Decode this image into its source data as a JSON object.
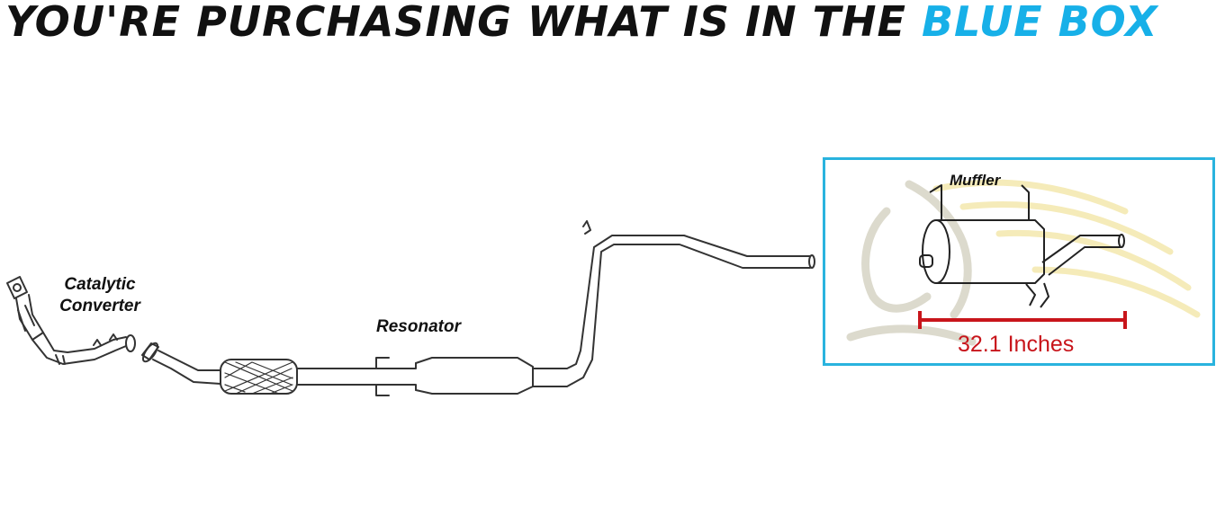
{
  "banner": {
    "text_main": "YOU'RE PURCHASING WHAT IS IN THE ",
    "text_highlight": "BLUE BOX"
  },
  "labels": {
    "catalytic_line1": "Catalytic",
    "catalytic_line2": "Converter",
    "resonator": "Resonator",
    "muffler": "Muffler",
    "measurement": "32.1 Inches"
  },
  "colors": {
    "highlight": "#17b0e8",
    "box_border": "#29b3de",
    "measure": "#c8151b"
  }
}
